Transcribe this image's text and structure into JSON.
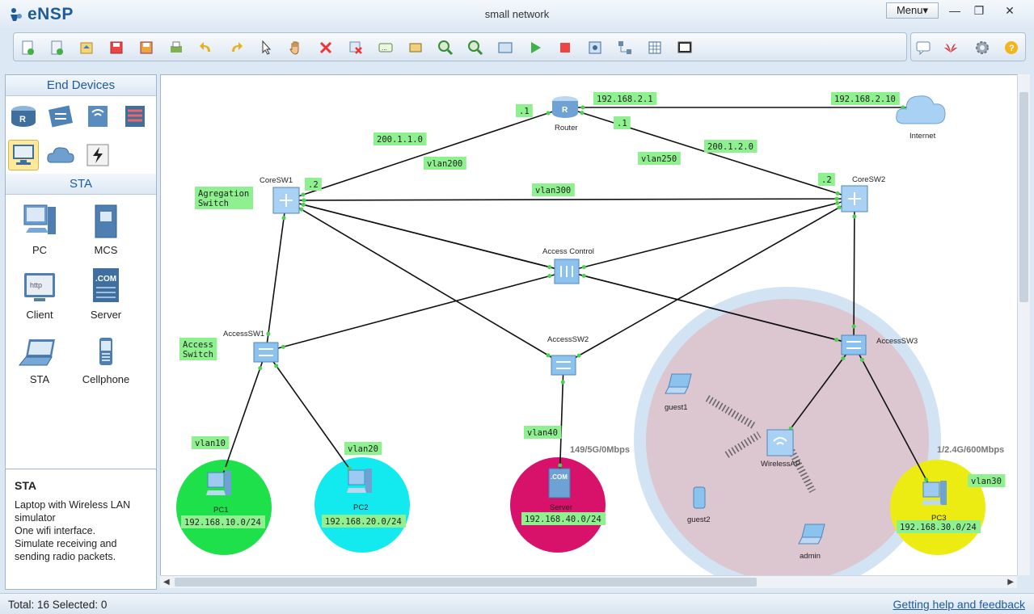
{
  "app": {
    "name": "eNSP",
    "window_title": "small network",
    "menu_label": "Menu▾",
    "minimize": "—",
    "restore": "❐",
    "close": "✕"
  },
  "toolbar": {
    "items": [
      "new-topology",
      "new-template",
      "open",
      "save",
      "save-as",
      "print",
      "undo",
      "redo",
      "select",
      "pan",
      "delete",
      "delete-link",
      "text",
      "rectangle",
      "zoom-in",
      "zoom-out",
      "fit",
      "start-all",
      "stop-all",
      "capture",
      "topology",
      "grid",
      "console"
    ],
    "right_items": [
      "chat",
      "huawei-logo",
      "settings",
      "help"
    ]
  },
  "left_panel": {
    "end_devices_title": "End Devices",
    "sta_title": "STA",
    "device_icons": [
      "router",
      "switch",
      "wireless",
      "firewall",
      "pc",
      "cloud",
      "auto-link"
    ],
    "sta_devices": [
      {
        "label": "PC",
        "icon": "pc"
      },
      {
        "label": "MCS",
        "icon": "mcs"
      },
      {
        "label": "Client",
        "icon": "client"
      },
      {
        "label": "Server",
        "icon": "server"
      },
      {
        "label": "STA",
        "icon": "laptop"
      },
      {
        "label": "Cellphone",
        "icon": "cellphone"
      }
    ],
    "description": {
      "title": "STA",
      "text": "Laptop with Wireless LAN simulator\nOne wifi interface.\nSimulate receiving and sending radio packets."
    }
  },
  "topology": {
    "devices": {
      "router": "Router",
      "internet": "Internet",
      "coresw1": "CoreSW1",
      "coresw2": "CoreSW2",
      "access_control": "Access Control",
      "accesssw1": "AccessSW1",
      "accesssw2": "AccessSW2",
      "accesssw3": "AccessSW3",
      "wireless_ap": "WirelessAP",
      "pc1": "PC1",
      "pc2": "PC2",
      "server": "Server",
      "pc3": "PC3",
      "guest1": "guest1",
      "guest2": "guest2",
      "admin": "admin"
    },
    "labels": {
      "r_dot1_left": ".1",
      "r_ip": "192.168.2.1",
      "r_dot1_right": ".1",
      "internet_ip": "192.168.2.10",
      "net200": "200.1.1.0",
      "net250": "200.1.2.0",
      "vlan200": "vlan200",
      "vlan250": "vlan250",
      "c1_dot2": ".2",
      "c2_dot2": ".2",
      "agg_switch": "Agregation\nSwitch",
      "vlan300": "vlan300",
      "access_switch": "Access\nSwitch",
      "vlan10": "vlan10",
      "vlan20": "vlan20",
      "vlan40": "vlan40",
      "vlan30": "vlan30",
      "pc1_net": "192.168.10.0/24",
      "pc2_net": "192.168.20.0/24",
      "server_net": "192.168.40.0/24",
      "pc3_net": "192.168.30.0/24",
      "bw_left": "149/5G/0Mbps",
      "bw_right": "1/2.4G/600Mbps"
    },
    "zones": {
      "pc1": "#1ee04a",
      "pc2": "#12eaf0",
      "server": "#d8126a",
      "pc3": "#ecec12",
      "wifi_outer": "#d2e4f4",
      "wifi_inner": "#dcc6d0"
    }
  },
  "status": {
    "left": "Total: 16  Selected: 0",
    "help_link": "Getting help and feedback"
  }
}
